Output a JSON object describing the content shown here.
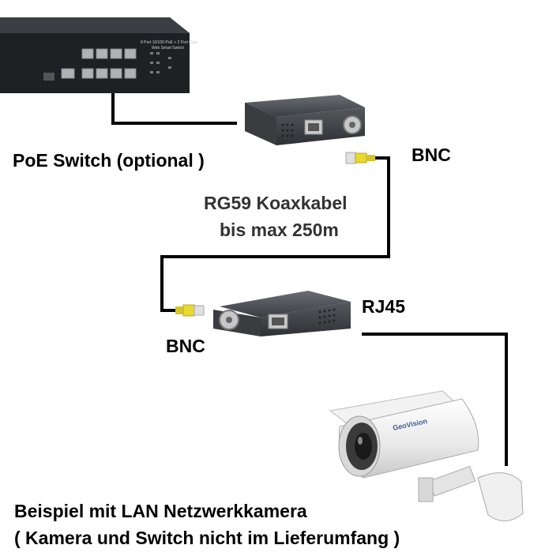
{
  "labels": {
    "poe_switch": "PoE Switch (optional )",
    "bnc_top": "BNC",
    "coax_line1": "RG59 Koaxkabel",
    "coax_line2": "bis max 250m",
    "rj45": "RJ45",
    "bnc_bottom": "BNC",
    "example_line1": "Beispiel mit LAN Netzwerkkamera",
    "example_line2": "( Kamera und Switch nicht im Lieferumfang )"
  },
  "devices": {
    "switch_model": "8 Port 10/100 PoE + 2 Port Giga",
    "switch_sub": "Web Smart Switch",
    "camera_brand": "GeoVision"
  },
  "colors": {
    "cable": "#000000",
    "device_body": "#4a4d52",
    "bnc_yellow": "#e8d830"
  }
}
